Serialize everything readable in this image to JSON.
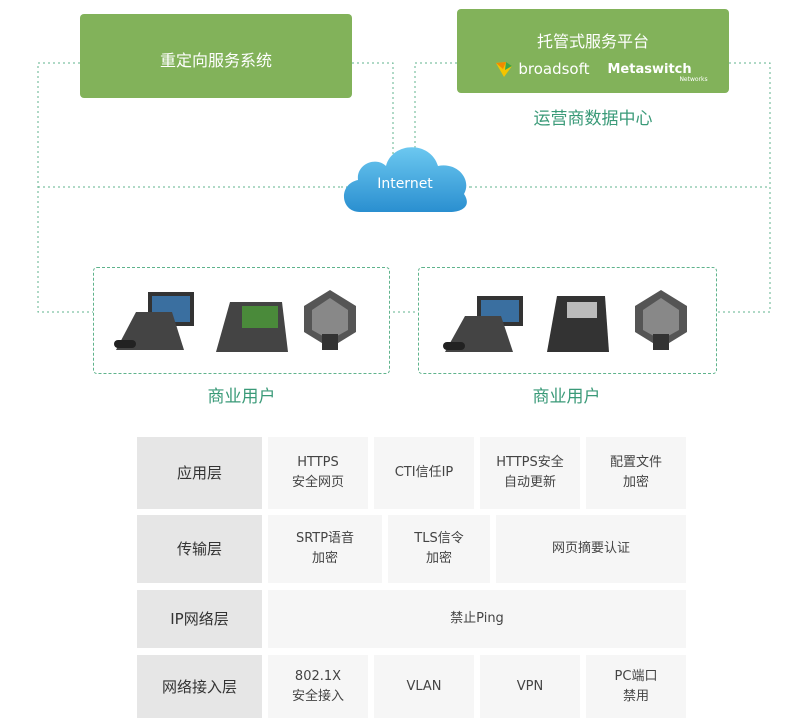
{
  "redirect_box": {
    "label": "重定向服务系统"
  },
  "hosted_box": {
    "label": "托管式服务平台",
    "logos": [
      "broadsoft",
      "Metaswitch"
    ],
    "logo_sub": "Networks"
  },
  "datacenter_label": "运营商数据中心",
  "cloud": {
    "label": "Internet"
  },
  "user_groups": [
    {
      "label": "商业用户"
    },
    {
      "label": "商业用户"
    }
  ],
  "colors": {
    "green": "#82b25a",
    "teal": "#3a9a78",
    "cloud": "#3aa6dc"
  },
  "layers": [
    {
      "name": "应用层",
      "items": [
        "HTTPS\n安全网页",
        "CTI信任IP",
        "HTTPS安全\n自动更新",
        "配置文件\n加密"
      ]
    },
    {
      "name": "传输层",
      "items": [
        "SRTP语音\n加密",
        "TLS信令\n加密",
        "网页摘要认证"
      ]
    },
    {
      "name": "IP网络层",
      "items": [
        "禁止Ping"
      ]
    },
    {
      "name": "网络接入层",
      "items": [
        "802.1X\n安全接入",
        "VLAN",
        "VPN",
        "PC端口\n禁用"
      ]
    }
  ]
}
